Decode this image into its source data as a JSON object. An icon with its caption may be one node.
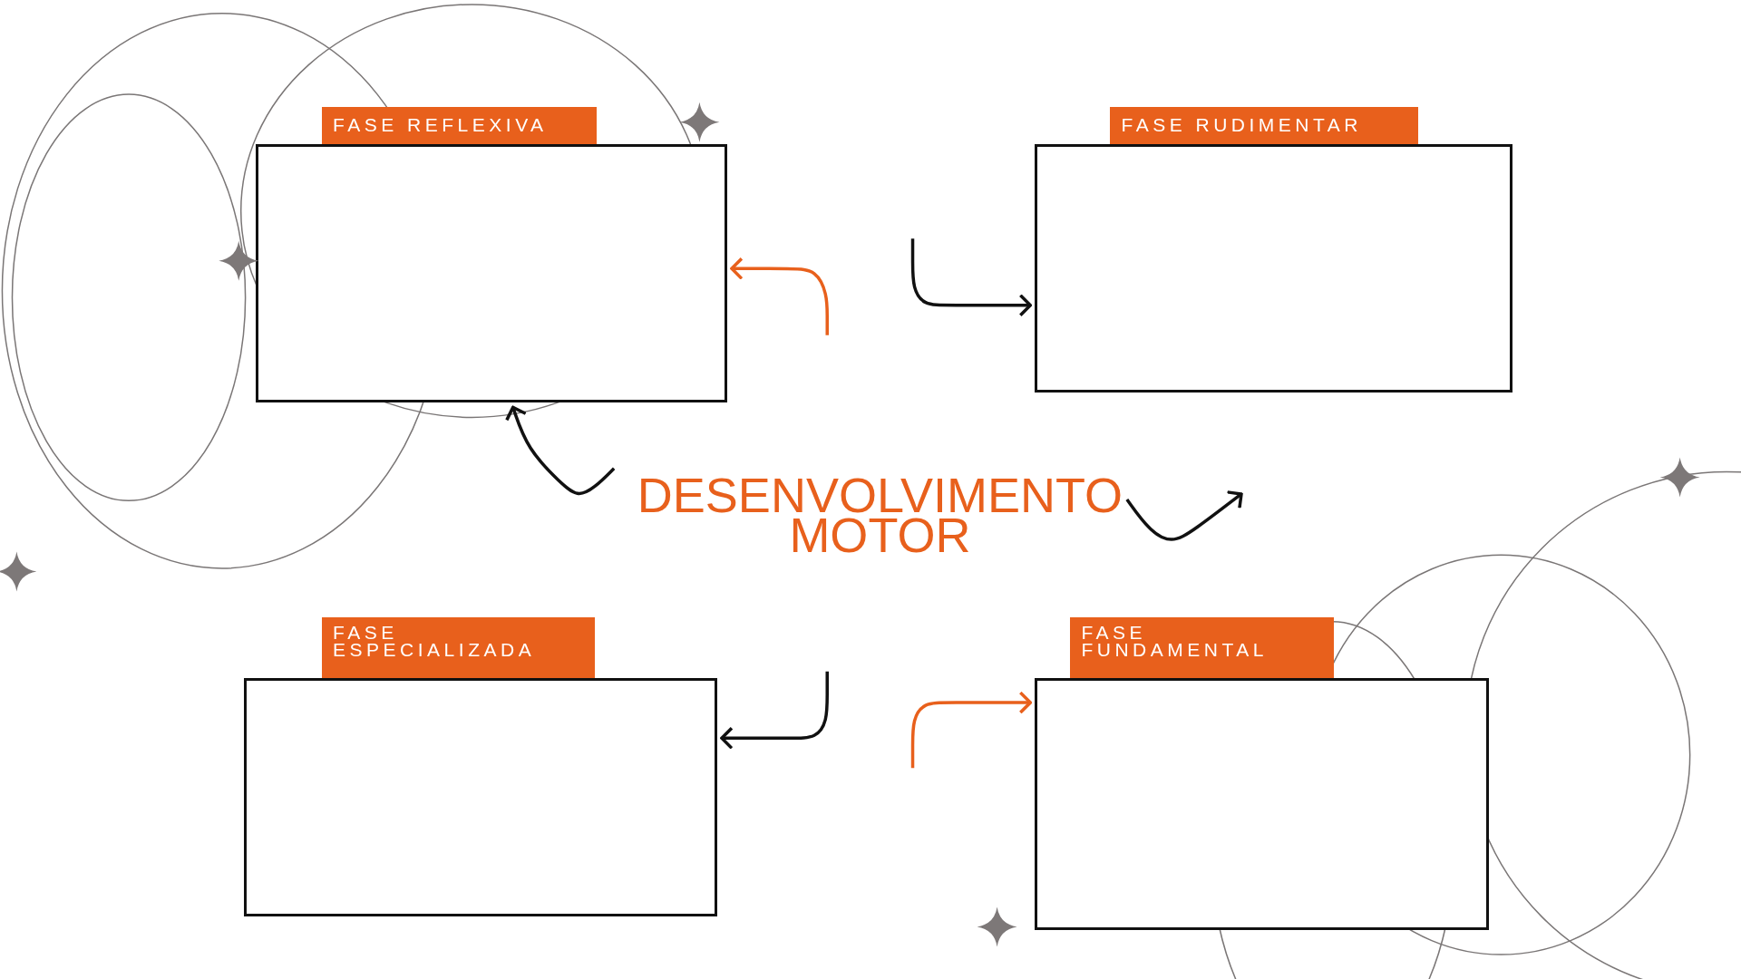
{
  "diagram": {
    "nodes": [
      {
        "text": [
          "FASE REFLEXIVA"
        ]
      },
      {
        "text": [
          "FASE RUDIMENTAR"
        ]
      },
      {
        "text": [
          "DESENVOLVIMENTO MOTOR"
        ]
      },
      {
        "text": [
          "FASE ESPECIALIZADA"
        ]
      },
      {
        "text": [
          "FASE FUNDAMENTAL"
        ]
      }
    ],
    "edges": [
      {
        "from": null,
        "to": 0,
        "arrow": "to",
        "color": "#e8601c"
      },
      {
        "from": null,
        "to": 1,
        "arrow": "to"
      },
      {
        "from": 2,
        "to": 0,
        "arrow": "to"
      },
      {
        "from": 2,
        "to": null,
        "arrow": "to"
      },
      {
        "from": null,
        "to": 3,
        "arrow": "to"
      },
      {
        "from": null,
        "to": 4,
        "arrow": "to",
        "color": "#e8601c"
      }
    ]
  }
}
